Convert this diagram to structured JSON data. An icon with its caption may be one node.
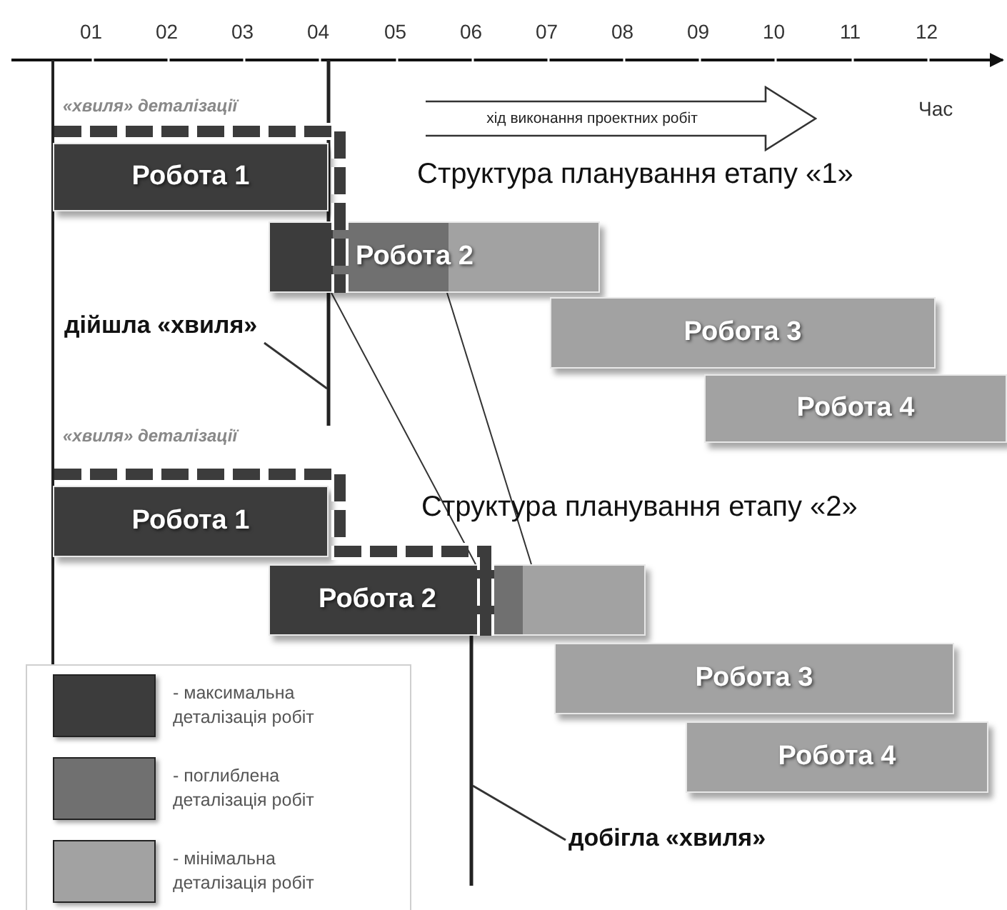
{
  "diagram": {
    "nodes": [
      {
        "text": [
          "хід виконання проектних робіт"
        ]
      },
      {
        "text": [
          "Робота 1"
        ]
      },
      {
        "text": [
          "Робота 2"
        ]
      },
      {
        "text": [
          "дійшла «хвиля»"
        ]
      },
      {
        "text": [
          "Робота 3"
        ]
      },
      {
        "text": [
          "Робота 4"
        ]
      },
      {
        "text": [
          "Робота 1"
        ]
      },
      {
        "text": [
          "Робота 2"
        ]
      },
      {
        "text": [
          "Робота 3"
        ]
      },
      {
        "text": [
          "Робота 4"
        ]
      },
      {
        "text": [
          "добігла «хвиля»"
        ]
      }
    ],
    "edges": [
      {
        "from": 2,
        "to": 7,
        "arrow": "none"
      },
      {
        "from": 2,
        "to": 7,
        "arrow": "none"
      },
      {
        "from": 3,
        "to": null,
        "arrow": "none"
      },
      {
        "from": 10,
        "to": null,
        "arrow": "none"
      }
    ],
    "labels": [
      "01",
      "02",
      "03",
      "04",
      "05",
      "06",
      "07",
      "08",
      "09",
      "10",
      "11",
      "12",
      "«хвиля» деталізації",
      "Час",
      "Структура планування етапу «1»",
      "«хвиля» деталізації",
      "Структура планування етапу «2»"
    ],
    "legend": [
      {
        "text": "- максимальна деталізація робіт",
        "color": "#3c3c3c"
      },
      {
        "text": "- поглиблена деталізація робіт",
        "color": "#707070"
      },
      {
        "text": "- мінімальна деталізація робіт",
        "color": "#a2a2a2"
      }
    ]
  }
}
